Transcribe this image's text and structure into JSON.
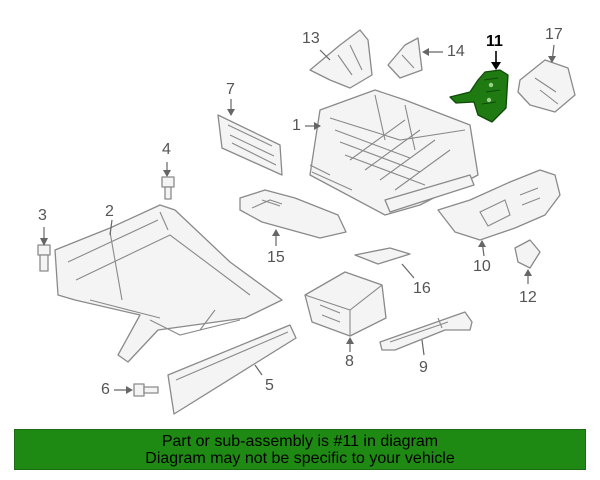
{
  "callouts": [
    {
      "id": "1",
      "highlight": false
    },
    {
      "id": "2",
      "highlight": false
    },
    {
      "id": "3",
      "highlight": false
    },
    {
      "id": "4",
      "highlight": false
    },
    {
      "id": "5",
      "highlight": false
    },
    {
      "id": "6",
      "highlight": false
    },
    {
      "id": "7",
      "highlight": false
    },
    {
      "id": "8",
      "highlight": false
    },
    {
      "id": "9",
      "highlight": false
    },
    {
      "id": "10",
      "highlight": false
    },
    {
      "id": "11",
      "highlight": true
    },
    {
      "id": "12",
      "highlight": false
    },
    {
      "id": "13",
      "highlight": false
    },
    {
      "id": "14",
      "highlight": false
    },
    {
      "id": "15",
      "highlight": false
    },
    {
      "id": "16",
      "highlight": false
    },
    {
      "id": "17",
      "highlight": false
    }
  ],
  "banner": {
    "line1": "Part or sub-assembly is #11 in diagram",
    "line2": "Diagram may not be specific to your vehicle"
  },
  "colors": {
    "banner_bg": "#1f8a13",
    "highlight_part": "#1f7a12",
    "part_stroke": "#8a8a8a",
    "part_fill": "#f4f4f4"
  }
}
